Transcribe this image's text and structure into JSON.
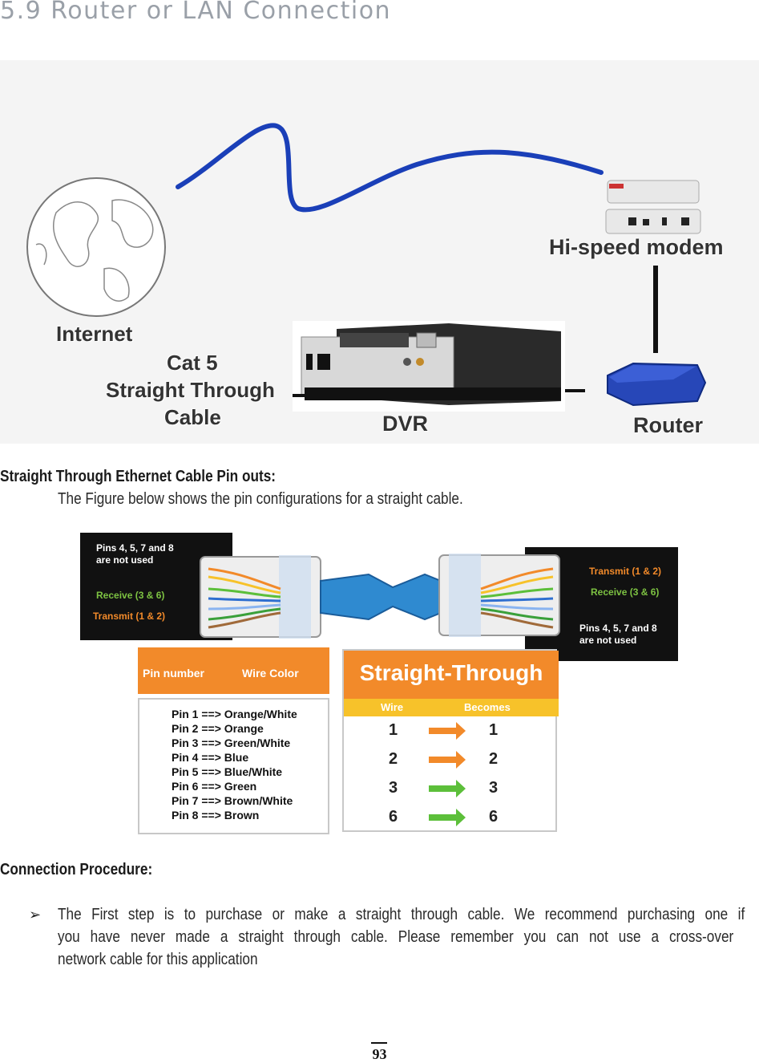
{
  "section_title": "5.9  Router or LAN Connection",
  "figure1": {
    "labels": {
      "internet": "Internet",
      "cable_line1": "Cat 5",
      "cable_line2": "Straight Through",
      "cable_line3": "Cable",
      "dvr": "DVR",
      "modem": "Hi-speed modem",
      "router": "Router"
    }
  },
  "pinouts_heading": "Straight Through Ethernet Cable Pin outs:",
  "pinouts_desc": "The Figure below shows the pin configurations for a straight cable.",
  "figure2": {
    "left_panel": {
      "unused": [
        "Pins 4, 5, 7 and 8",
        "are not used"
      ],
      "receive": "Receive (3 & 6)",
      "transmit": "Transmit (1 & 2)"
    },
    "right_panel": {
      "transmit": "Transmit (1 & 2)",
      "receive": "Receive (3 & 6)",
      "unused": [
        "Pins 4, 5, 7 and 8",
        "are not used"
      ]
    },
    "pin_header": {
      "pin_number": "Pin number",
      "wire_color": "Wire Color"
    },
    "pins": [
      "Pin 1 ==> Orange/White",
      "Pin 2 ==> Orange",
      "Pin 3 ==> Green/White",
      "Pin 4 ==> Blue",
      "Pin 5 ==> Blue/White",
      "Pin 6 ==> Green",
      "Pin 7 ==> Brown/White",
      "Pin 8 ==> Brown"
    ],
    "straight_through": {
      "title": "Straight-Through",
      "col_wire": "Wire",
      "col_becomes": "Becomes",
      "rows": [
        {
          "wire": "1",
          "becomes": "1",
          "arrow_color": "#f28a2a"
        },
        {
          "wire": "2",
          "becomes": "2",
          "arrow_color": "#f28a2a"
        },
        {
          "wire": "3",
          "becomes": "3",
          "arrow_color": "#5cbf3a"
        },
        {
          "wire": "6",
          "becomes": "6",
          "arrow_color": "#5cbf3a"
        }
      ]
    }
  },
  "procedure_heading": "Connection Procedure:",
  "bullet_symbol": "➢",
  "procedure_lines": [
    "The First step is to purchase or make a straight through cable. We recommend purchasing one if",
    "you have never made a straight through cable. Please remember you can not use a cross-over",
    "network cable for this application"
  ],
  "page_number": "93"
}
